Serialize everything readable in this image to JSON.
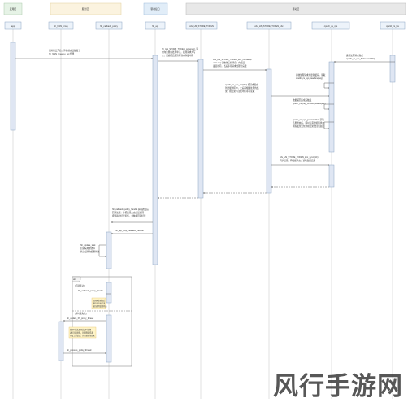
{
  "group_headers": [
    "应用层",
    "服务层",
    "驱动接口",
    "驱动层"
  ],
  "participants": [
    "app",
    "hh_NNN_proxy",
    "hh_callback_policy",
    "hh_api",
    "cdv_HS_STORE_TOKEN",
    "cdv_HS_STORE_TOKEN_kbc",
    "cpuldr_cs_sys",
    "cpuldr_cs_hw"
  ],
  "messages": {
    "m1a": "调用接口开始，传参后由此触发了",
    "m1b": "hh_NNN_lineamu_api 结果",
    "m2a": "hh_HS_STORE_TOKEN_write(arg), 请",
    "m2b": "求向注册的处理单元，处理请求并写",
    "m2c": "入，然后把结果暂存到内存缓冲区",
    "m3a": "cdv_HS_STORE_TOKEN_kbc_handler(e",
    "m3b": "vent.ctx) 初始化后的消息，向底层",
    "m3c": "发起访问，然后等待请求处理的完成",
    "m4a": "继续处理请求完成",
    "m4b": "cpuldr_cs_sys_fileforward(NC)",
    "m5a": "cpuldr_cs_sys_set(kbc) 把请求提交",
    "m5b": "到此缓冲区中，之后再根据处理的结",
    "m5c": "果，把结果写回缓冲区等待读取",
    "m6a": "接收处理请求并更新缓存，读取",
    "m6b": "cpuldr_cs_sys_readone(arg)",
    "m7a": "数据返回完成后触发",
    "m7b": "cpuldr_cs_key_timeout_status(kbc)",
    "m8a": "cpuldr_cs_sys_getstate(kbc) 获取",
    "m8b": "结果状态后，同时又需要按照状态",
    "m8c": "流程发生变化并把结果放回到底层",
    "m9a": "cdv_HS_STORE_TOKEN_kbc_sync(NC)",
    "m9b": "同步结果，再根据状态，读取数据结果",
    "m10a": "hh_callback_policy_handle 获取通知后",
    "m10b": "回调处理，并把结果交由上层处理",
    "m10c": "把读取的结果反馈，并触发回调结果",
    "m11": "hh_api_stop_callback_handler",
    "m12a": "hh_update_task",
    "m12b": "回调完成状态以",
    "m12c": "供上层查询结果状态",
    "alt": "alt",
    "g1": "[回调成功]",
    "g1m": "hh_callback_policy_handle",
    "g2": "[超时或失败]",
    "g2m1": "hh_update_hh_proxy_thread",
    "g2m2": "hh_process_policy_thread",
    "n1a": "回调函数返回后",
    "n1b": "通知调用者结果",
    "n1c": "返回调用结果状态",
    "n2a": "若超时或失败则由超时线程",
    "n2b": "进行回调处理，同时释放资源",
    "n2c": "以及上报错误，并回调调用结果"
  },
  "watermark": "风行手游网"
}
